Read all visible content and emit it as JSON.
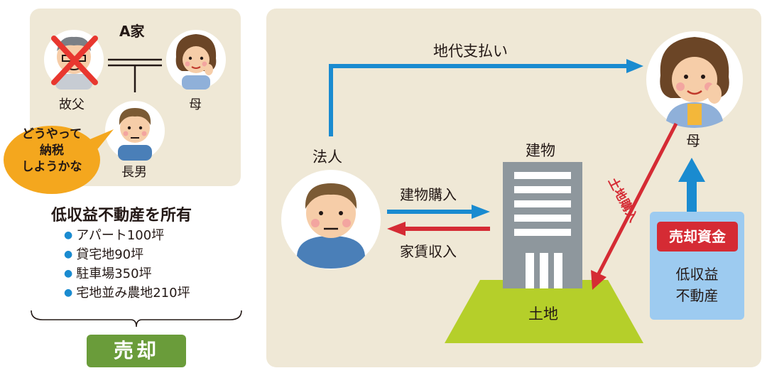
{
  "family": {
    "title": "A家",
    "father": "故父",
    "mother": "母",
    "son": "長男",
    "speech": [
      "どうやって",
      "納税",
      "しようかな"
    ]
  },
  "summary": {
    "heading": "低収益不動産を所有",
    "items": [
      "アパート100坪",
      "貸宅地90坪",
      "駐車場350坪",
      "宅地並み農地210坪"
    ],
    "action": "売却"
  },
  "scheme": {
    "corporation": "法人",
    "mother": "母",
    "building": "建物",
    "land": "土地",
    "rent_payment": "地代支払い",
    "building_purchase": "建物購入",
    "rental_income": "家賃収入",
    "land_purchase": "土地購入",
    "fund_badge": "売却資金",
    "fund_source": [
      "低収益",
      "不動産"
    ]
  },
  "colors": {
    "panel": "#efe8d6",
    "blue_arrow": "#1a8bd0",
    "red_arrow": "#d52b34",
    "land": "#b5cf2a",
    "building": "#8e979d",
    "action_green": "#6a9c3a",
    "speech_orange": "#f4a71e",
    "fund_box": "#9dcbf0"
  }
}
